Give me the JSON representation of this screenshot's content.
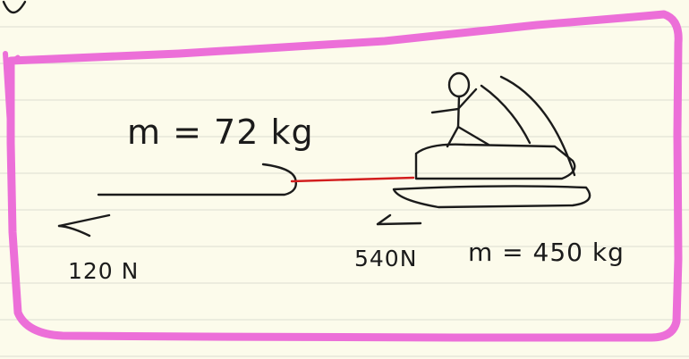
{
  "colors": {
    "paper": "#fcfbeb",
    "rule_line": "#e3e2d6",
    "frame": "#ec6fd8",
    "ink": "#1b1b1b",
    "rope": "#d21d1d"
  },
  "annotations": {
    "mass_left": "m = 72 kg",
    "force_left": "120 N",
    "force_right": "540N",
    "mass_right": "m = 450 kg"
  },
  "icons": [
    "arrow-left-icon",
    "stick-figure-icon",
    "jet-ski-icon"
  ]
}
